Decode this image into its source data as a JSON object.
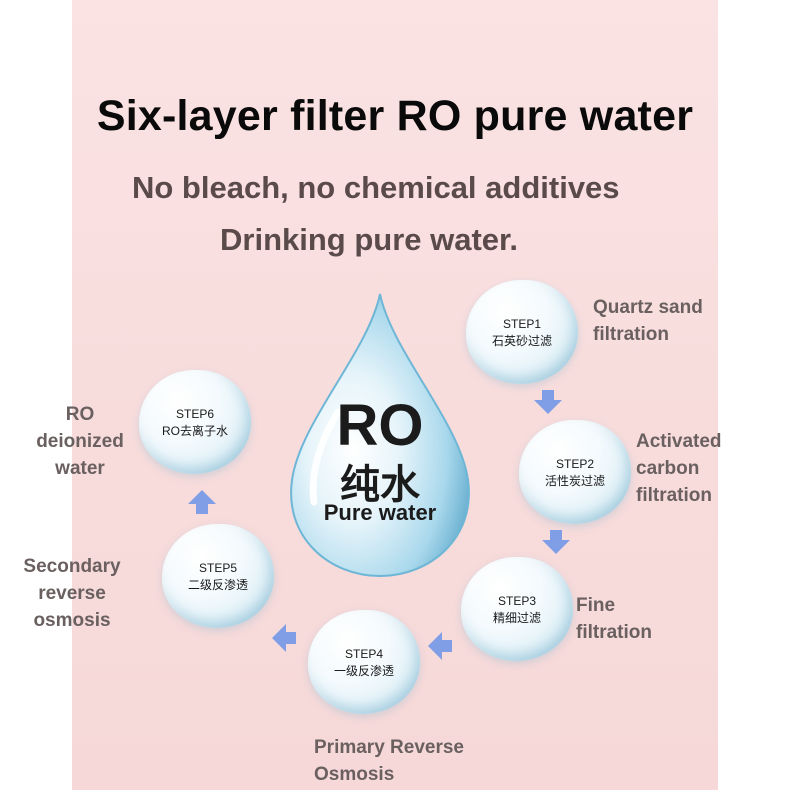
{
  "title": "Six-layer filter RO pure water",
  "subtitle_1": "No bleach, no chemical additives",
  "subtitle_2": "Drinking pure water.",
  "center_drop": {
    "line1": "RO",
    "line2": "纯水",
    "line3": "Pure water"
  },
  "steps": [
    {
      "step": "STEP1",
      "cn": "石英砂过滤",
      "label_lines": [
        "Quartz sand",
        "filtration"
      ]
    },
    {
      "step": "STEP2",
      "cn": "活性炭过滤",
      "label_lines": [
        "Activated",
        "carbon",
        "filtration"
      ]
    },
    {
      "step": "STEP3",
      "cn": "精细过滤",
      "label_lines": [
        "Fine",
        "filtration"
      ]
    },
    {
      "step": "STEP4",
      "cn": "一级反渗透",
      "label_lines": [
        "Primary Reverse",
        "Osmosis"
      ]
    },
    {
      "step": "STEP5",
      "cn": "二级反渗透",
      "label_lines": [
        "Secondary",
        "reverse",
        "osmosis"
      ]
    },
    {
      "step": "STEP6",
      "cn": "RO去离子水",
      "label_lines": [
        "RO",
        "deionized",
        "water"
      ]
    }
  ],
  "colors": {
    "panel_background": "#f8dcdc",
    "arrow": "#7f9ee6",
    "label_text": "#6b6060",
    "drop_water": "#9fd3ea"
  },
  "icons": [
    "water-drop-icon",
    "arrow-down-icon",
    "arrow-left-icon",
    "arrow-up-icon"
  ]
}
